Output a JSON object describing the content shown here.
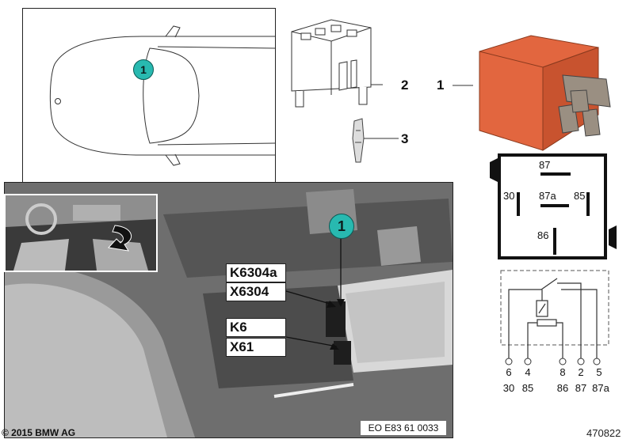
{
  "callout": "1",
  "parts": [
    "1",
    "2",
    "3"
  ],
  "connectors": {
    "relay_group": [
      "K6304a",
      "X6304"
    ],
    "relay2_group": [
      "K6",
      "X61"
    ]
  },
  "relay_pins": {
    "top": "87",
    "center": "87a",
    "left": "30",
    "right": "85",
    "bottom": "86"
  },
  "terminals": [
    {
      "num": "6",
      "label": "30"
    },
    {
      "num": "4",
      "label": "85"
    },
    {
      "num": "8",
      "label": "86"
    },
    {
      "num": "2",
      "label": "87"
    },
    {
      "num": "5",
      "label": "87a"
    }
  ],
  "ref_code": "EO E83 61 0033",
  "copyright": "© 2015 BMW AG",
  "image_id": "470822",
  "colors": {
    "callout": "#28b9b0",
    "relay_body": "#e2663f",
    "photo_bg": "#6e6e6e"
  }
}
